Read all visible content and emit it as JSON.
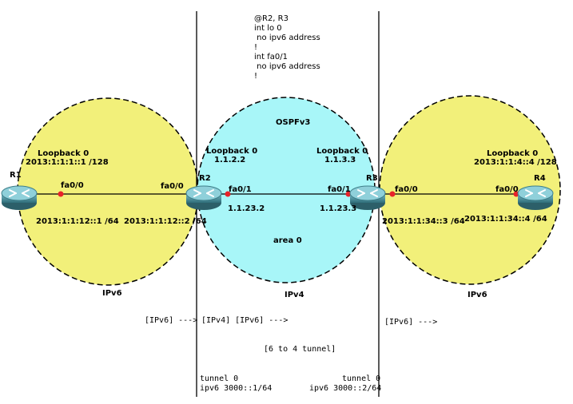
{
  "config_note": [
    "@R2, R3",
    "int lo 0",
    " no ipv6 address",
    "!",
    "int fa0/1",
    " no ipv6 address",
    "!"
  ],
  "routers": {
    "r1": {
      "name": "R1",
      "loopback_title": "Loopback 0",
      "loopback_addr": "2013:1:1:1::1 /128",
      "iface": "fa0/0",
      "addr": "2013:1:1:12::1 /64"
    },
    "r2": {
      "name": "R2",
      "loopback_title": "Loopback 0",
      "loopback_addr": "1.1.2.2",
      "iface_left": "fa0/0",
      "iface_right": "fa0/1",
      "addr_left": "2013:1:1:12::2 /64",
      "addr_right": "1.1.23.2"
    },
    "r3": {
      "name": "R3",
      "loopback_title": "Loopback 0",
      "loopback_addr": "1.1.3.3",
      "iface_left": "fa0/1",
      "iface_right": "fa0/0",
      "addr_left": "1.1.23.3",
      "addr_right": "2013:1:1:34::3 /64"
    },
    "r4": {
      "name": "R4",
      "loopback_title": "Loopback 0",
      "loopback_addr": "2013:1:1:4::4 /128",
      "iface": "fa0/0",
      "addr": "2013:1:1:34::4 /64"
    }
  },
  "zones": {
    "left": "IPv6",
    "middle": "IPv4",
    "right": "IPv6",
    "ospf": "OSPFv3",
    "area": "area 0"
  },
  "packet_flow": {
    "left": "[IPv6] --->",
    "middle": "[IPv4] [IPv6] --->",
    "right": "[IPv6] --->"
  },
  "tunnel_label": "[6 to 4 tunnel]",
  "tunnels": {
    "r2": {
      "name": "tunnel 0",
      "addr": "ipv6 3000::1/64"
    },
    "r3": {
      "name": "tunnel 0",
      "addr": "ipv6 3000::2/64"
    }
  },
  "colors": {
    "ipv6_zone": "#f2f07a",
    "ipv4_zone": "#a8f6f8",
    "router_body": "#4a8f9c",
    "link_dot": "#e8232a"
  }
}
